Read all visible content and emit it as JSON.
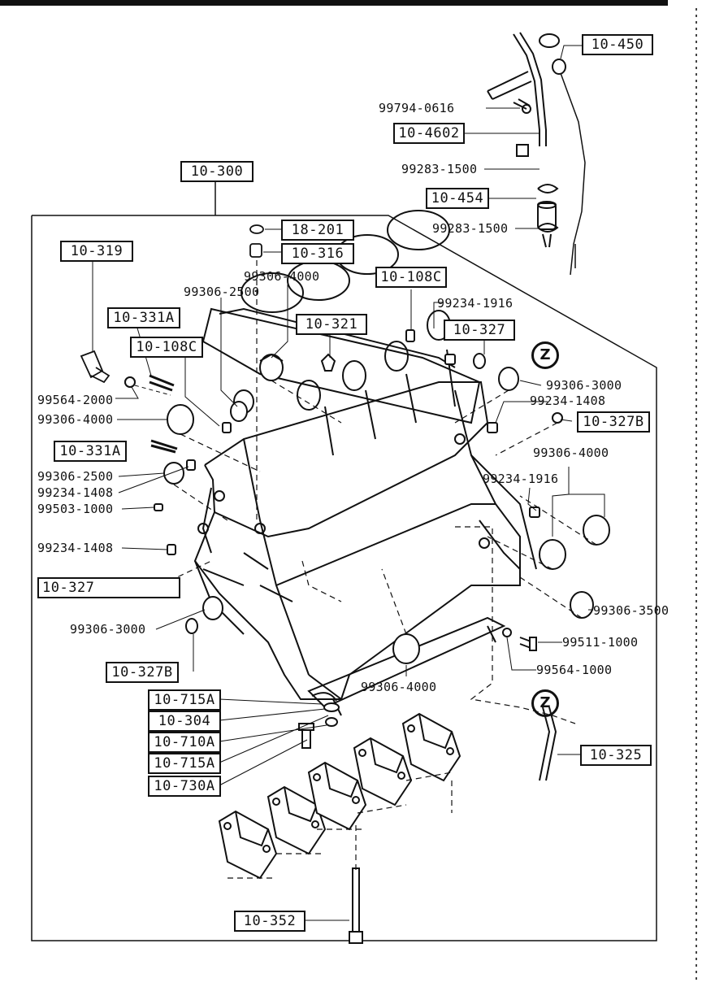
{
  "boxed_labels": {
    "b10_450": "10-450",
    "b10_4602": "10-4602",
    "b10_454": "10-454",
    "b10_300": "10-300",
    "b18_201": "18-201",
    "b10_316": "10-316",
    "b10_319": "10-319",
    "b10_108c_top": "10-108C",
    "b10_331a_top": "10-331A",
    "b10_108c_left": "10-108C",
    "b10_321": "10-321",
    "b10_327_top": "10-327",
    "b10_327b_right": "10-327B",
    "b10_331a_mid": "10-331A",
    "b10_327_left": "10-327",
    "b10_327b_bottom": "10-327B",
    "b10_715a_1": "10-715A",
    "b10_304": "10-304",
    "b10_710a": "10-710A",
    "b10_715a_2": "10-715A",
    "b10_730a": "10-730A",
    "b10_325": "10-325",
    "b10_352": "10-352"
  },
  "part_numbers": {
    "p99794_0616": "99794-0616",
    "p99283_1500_a": "99283-1500",
    "p99283_1500_b": "99283-1500",
    "p99306_4000_top": "99306-4000",
    "p99306_2500_top": "99306-2500",
    "p99234_1916_top": "99234-1916",
    "p99306_3000_right": "99306-3000",
    "p99564_2000": "99564-2000",
    "p99234_1408_right": "99234-1408",
    "p99306_4000_left": "99306-4000",
    "p99306_4000_right": "99306-4000",
    "p99306_2500_left": "99306-2500",
    "p99234_1408_left": "99234-1408",
    "p99234_1916_right": "99234-1916",
    "p99503_1000": "99503-1000",
    "p99234_1408_low": "99234-1408",
    "p99306_3500": "99306-3500",
    "p99306_3000_left": "99306-3000",
    "p99511_1000": "99511-1000",
    "p99564_1000": "99564-1000",
    "p99306_4000_bottom": "99306-4000"
  },
  "markers": {
    "z_top": "Z",
    "z_bottom": "Z"
  }
}
